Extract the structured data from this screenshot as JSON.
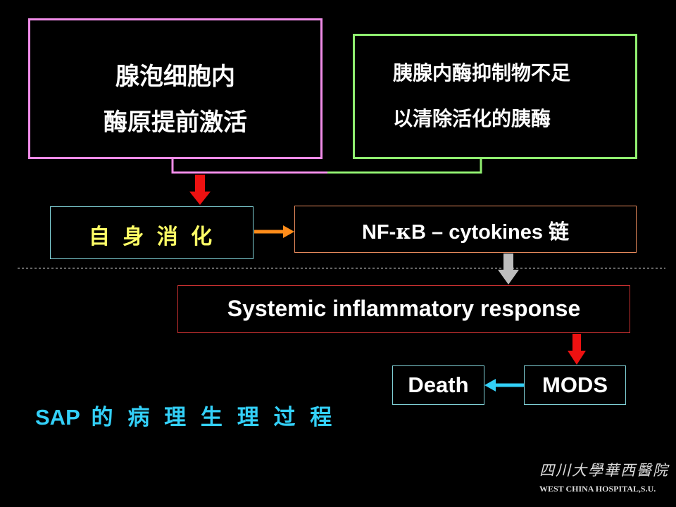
{
  "boxes": {
    "acinar_activation": {
      "line1": "腺泡细胞内",
      "line2": "酶原提前激活"
    },
    "inhibitor_deficit": {
      "line1": "胰腺内酶抑制物不足",
      "line2": "以清除活化的胰酶"
    },
    "autodigestion": "自 身 消 化",
    "nfkb": {
      "prefix": "NF-",
      "kappa": "κ",
      "suffix": "B – cytokines  链"
    },
    "sirs": "Systemic inflammatory response",
    "death": "Death",
    "mods": "MODS"
  },
  "title": {
    "sap": "SAP",
    "rest": " 的 病 理 生 理 过 程"
  },
  "logo": {
    "cn": "四川大學華西醫院",
    "en": "WEST CHINA HOSPITAL,S.U."
  },
  "colors": {
    "background": "#000000",
    "box1_border": "#f08ce8",
    "box2_border": "#90ee70",
    "box3_border": "#7fd0d6",
    "box4_border": "#e88a5c",
    "box5_border": "#c83030",
    "red_arrow": "#ee1111",
    "orange_arrow": "#ff8c1a",
    "gray_arrow": "#bdbdbd",
    "cyan_arrow": "#33d0f8",
    "yellow_text": "#ffff66",
    "title_text": "#33d0f8"
  }
}
